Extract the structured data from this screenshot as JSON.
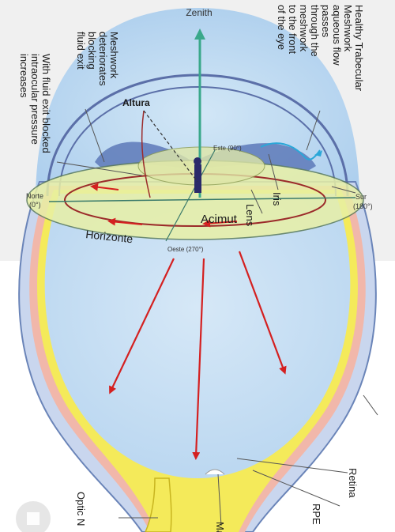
{
  "dome": {
    "zenith": "Zenith",
    "altura": "Altura",
    "acimut": "Acimut",
    "horizonte": "Horizonte",
    "norte": "Norte",
    "norte_deg": "(0°)",
    "sur": "Sur",
    "sur_deg": "(180°)",
    "este": "Este (90°)",
    "oeste": "Oeste (270°)"
  },
  "eye": {
    "healthy": [
      "Healthy Trabecular",
      "Meshwork",
      "aqueous flow",
      "passes",
      "through the",
      "meshwork",
      "to the front",
      "of the eye"
    ],
    "deteriorates": [
      "Meshwork",
      "deteriorates",
      "blocking",
      "fluid exit"
    ],
    "blocked": [
      "With fluid exit blocked",
      "intraocular pressure",
      "increases"
    ],
    "iris": "Iris",
    "lens": "Lens",
    "retina": "Retina",
    "rpe": "RPE",
    "optic": "Optic N",
    "macula": "Ma"
  },
  "colors": {
    "lens_fill": "#e8f0a6",
    "sclera": "#c9d6ee",
    "retina": "#f1b7aa",
    "choroid": "#f4ea5a",
    "arrow": "#d42020",
    "zenith_arrow": "#3aa88a"
  }
}
